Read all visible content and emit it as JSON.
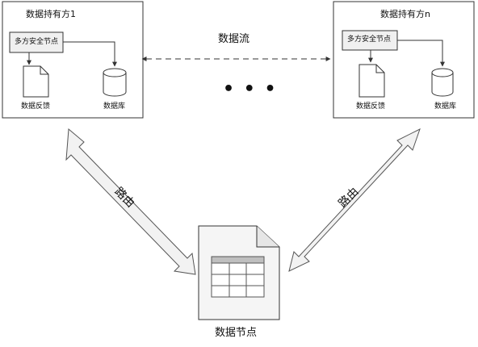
{
  "holders": [
    {
      "title": "数据持有方1",
      "node_label": "多方安全节点",
      "doc_label": "数据反馈",
      "db_label": "数据库"
    },
    {
      "title": "数据持有方n",
      "node_label": "多方安全节点",
      "doc_label": "数据反馈",
      "db_label": "数据库"
    }
  ],
  "flow_label": "数据流",
  "ellipsis": "• • •",
  "route_labels": [
    "路由",
    "路由"
  ],
  "data_node_label": "数据节点",
  "colors": {
    "stroke": "#333333",
    "node_fill": "#f0f0f0",
    "arrow_fill": "#f2f2f2",
    "table_header": "#bfbfbf"
  }
}
